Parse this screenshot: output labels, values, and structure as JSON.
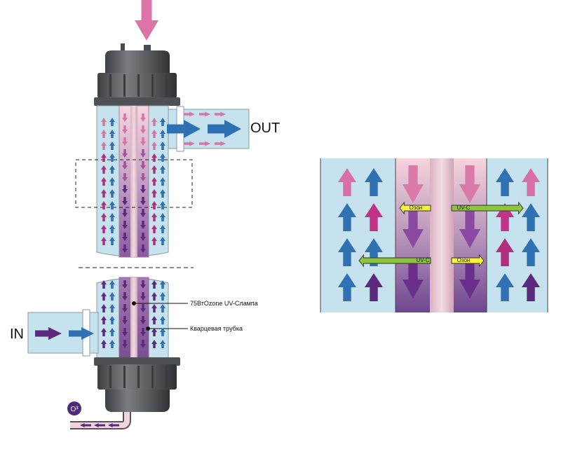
{
  "labels": {
    "out": "OUT",
    "in": "IN",
    "ozone_symbol": "O³",
    "lamp": "75ВтOzone UV-Cлампа",
    "quartz": "Кварцевая трубка"
  },
  "detail": {
    "ozone_label_1": "Озон",
    "uvc_label_1": "UV-C",
    "uvc_label_2": "UV-C",
    "ozone_label_2": "Озон"
  },
  "colors": {
    "water": "#c5e2ee",
    "quartz": "#f3d3da",
    "lamp_core": "#e6bfcc",
    "arrow_blue": "#2f71b3",
    "arrow_pink": "#d278a6",
    "arrow_magenta": "#b0307f",
    "arrow_purple": "#5b2a7e",
    "inlet_arrow": "#dc74a8",
    "yellow_tag": "#f8f23a",
    "green_tag": "#8dc53e",
    "housing": "#5f6266"
  }
}
